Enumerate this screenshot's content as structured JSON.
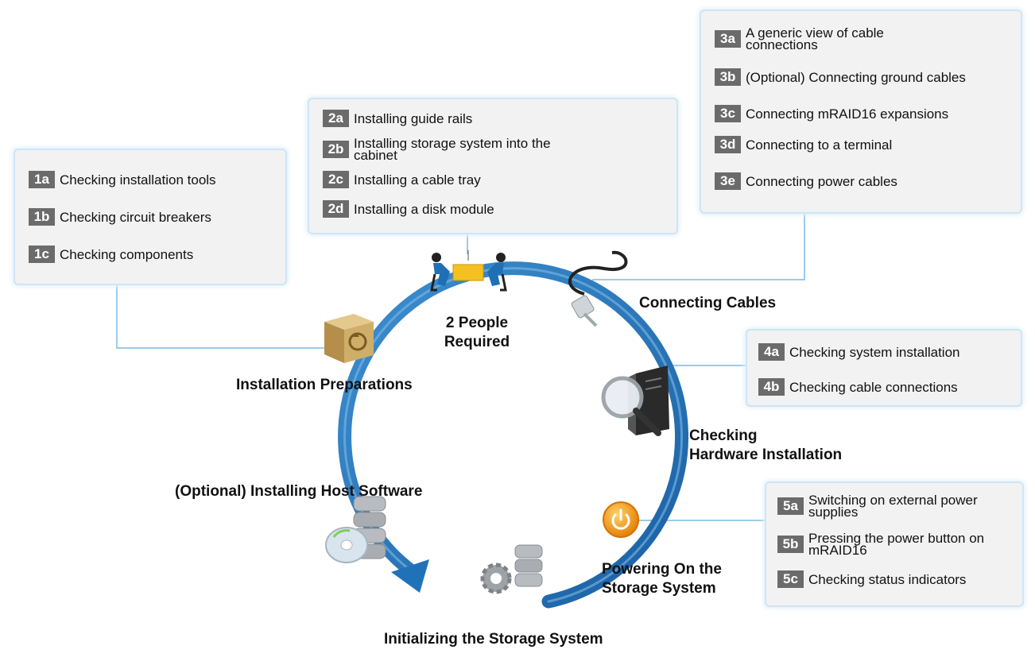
{
  "stages": {
    "installation_preparations": "Installation Preparations",
    "two_people": [
      "2 People",
      "Required"
    ],
    "connecting_cables": "Connecting Cables",
    "checking_hardware": [
      "Checking",
      "Hardware Installation"
    ],
    "powering_on": [
      "Powering On the",
      "Storage System"
    ],
    "initializing": "Initializing the Storage System",
    "optional_host_software": "(Optional) Installing Host Software"
  },
  "boxes": {
    "box1": [
      {
        "badge": "1a",
        "text": "Checking installation tools"
      },
      {
        "badge": "1b",
        "text": "Checking circuit breakers"
      },
      {
        "badge": "1c",
        "text": "Checking components"
      }
    ],
    "box2": [
      {
        "badge": "2a",
        "text": "Installing guide rails"
      },
      {
        "badge": "2b",
        "text": "Installing storage system into the cabinet"
      },
      {
        "badge": "2c",
        "text": "Installing a cable tray"
      },
      {
        "badge": "2d",
        "text": "Installing a disk module"
      }
    ],
    "box3": [
      {
        "badge": "3a",
        "text": "A generic view of cable connections"
      },
      {
        "badge": "3b",
        "text": "(Optional) Connecting ground cables"
      },
      {
        "badge": "3c",
        "text": "Connecting mRAID16 expansions"
      },
      {
        "badge": "3d",
        "text": "Connecting to a terminal"
      },
      {
        "badge": "3e",
        "text": "Connecting power cables"
      }
    ],
    "box4": [
      {
        "badge": "4a",
        "text": "Checking system installation"
      },
      {
        "badge": "4b",
        "text": "Checking  cable connections"
      }
    ],
    "box5": [
      {
        "badge": "5a",
        "text": "Switching on external power supplies"
      },
      {
        "badge": "5b",
        "text": "Pressing the power button on mRAID16"
      },
      {
        "badge": "5c",
        "text": "Checking status indicators"
      }
    ]
  },
  "colors": {
    "cycle_arrow": "#1f72b8",
    "connector": "#9ccbe8",
    "box_border": "#cfe5f5",
    "box_fill": "#f2f2f2",
    "badge": "#6b6b6b",
    "power_icon": "#f0930f"
  },
  "icons": [
    "box-icon",
    "people-lifting-icon",
    "cable-icon",
    "magnifier-server-icon",
    "power-icon",
    "server-gear-icon",
    "disc-server-icon"
  ]
}
